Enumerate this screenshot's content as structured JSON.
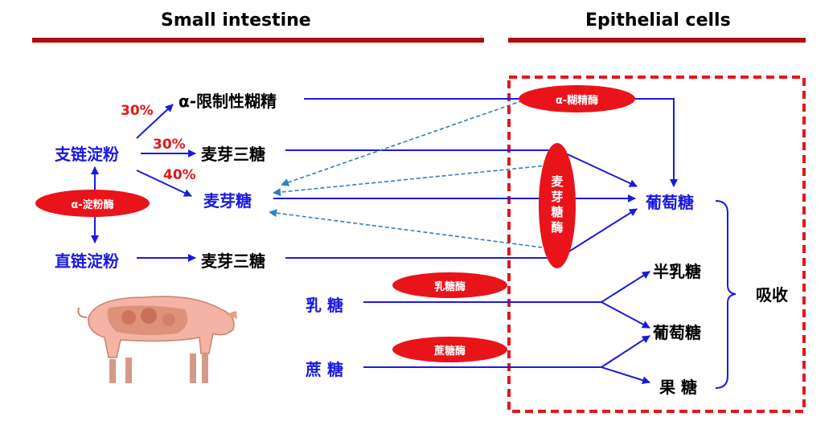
{
  "headers": {
    "left": "Small intestine",
    "right": "Epithelial cells"
  },
  "substrates": {
    "amylopectin": "支链淀粉",
    "amylose": "直链淀粉",
    "lactose": "乳 糖",
    "sucrose": "蔗 糖"
  },
  "intermediates": {
    "limit_dextrin": "α-限制性糊精",
    "maltotriose_1": "麦芽三糖",
    "maltose": "麦芽糖",
    "maltotriose_2": "麦芽三糖"
  },
  "products": {
    "glucose_1": "葡萄糖",
    "galactose": "半乳糖",
    "glucose_2": "葡萄糖",
    "fructose": "果 糖",
    "absorption": "吸收"
  },
  "percentages": {
    "to_dextrin": "30%",
    "to_maltotriose": "30%",
    "to_maltose": "40%"
  },
  "enzymes": {
    "amylase": "α-淀粉酶",
    "dextrinase": "α-糊精酶",
    "maltase": "麦芽糖酶",
    "lactase": "乳糖酶",
    "sucrase": "蔗糖酶"
  },
  "colors": {
    "arrow_solid": "#1a1adf",
    "arrow_dashed": "#2f7fc1",
    "enzyme_fill": "#e8141a",
    "header_bar": "#b00d12",
    "cell_border": "#e8141a"
  },
  "icons": {
    "illustration": "pig-anatomy-icon"
  }
}
